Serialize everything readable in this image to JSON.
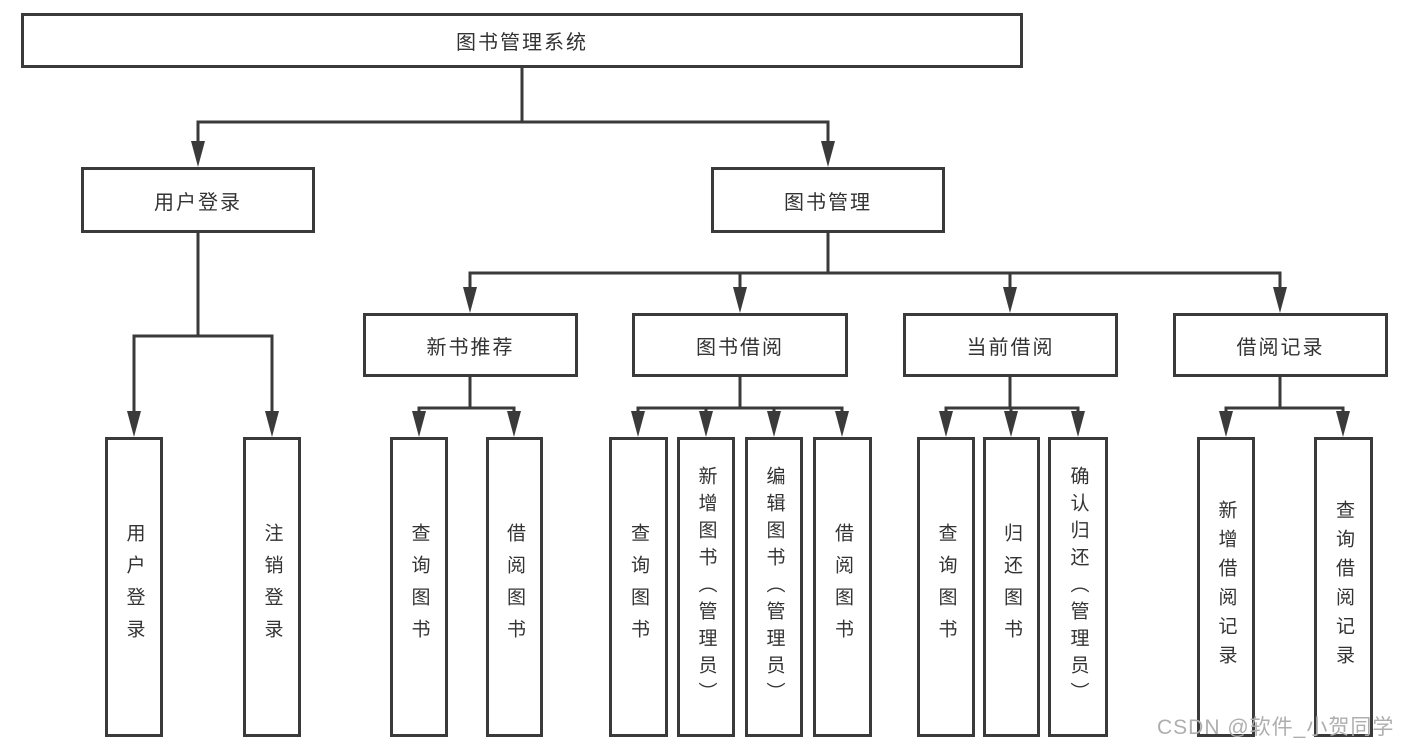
{
  "tree": {
    "root": {
      "label": "图书管理系统"
    },
    "branches": [
      {
        "label": "用户登录",
        "children": [
          {
            "label": "用户登录"
          },
          {
            "label": "注销登录"
          }
        ]
      },
      {
        "label": "图书管理",
        "children": [
          {
            "label": "新书推荐",
            "children": [
              {
                "label": "查询图书"
              },
              {
                "label": "借阅图书"
              }
            ]
          },
          {
            "label": "图书借阅",
            "children": [
              {
                "label": "查询图书"
              },
              {
                "label": "新增图书（管理员）"
              },
              {
                "label": "编辑图书（管理员）"
              },
              {
                "label": "借阅图书"
              }
            ]
          },
          {
            "label": "当前借阅",
            "children": [
              {
                "label": "查询图书"
              },
              {
                "label": "归还图书"
              },
              {
                "label": "确认归还（管理员）"
              }
            ]
          },
          {
            "label": "借阅记录",
            "children": [
              {
                "label": "新增借阅记录"
              },
              {
                "label": "查询借阅记录"
              }
            ]
          }
        ]
      }
    ]
  },
  "colors": {
    "line": "#3a3a3a",
    "text": "#333333",
    "watermark": "#aeaeae",
    "background": "#ffffff"
  },
  "watermark": "CSDN @软件_小贺同学"
}
